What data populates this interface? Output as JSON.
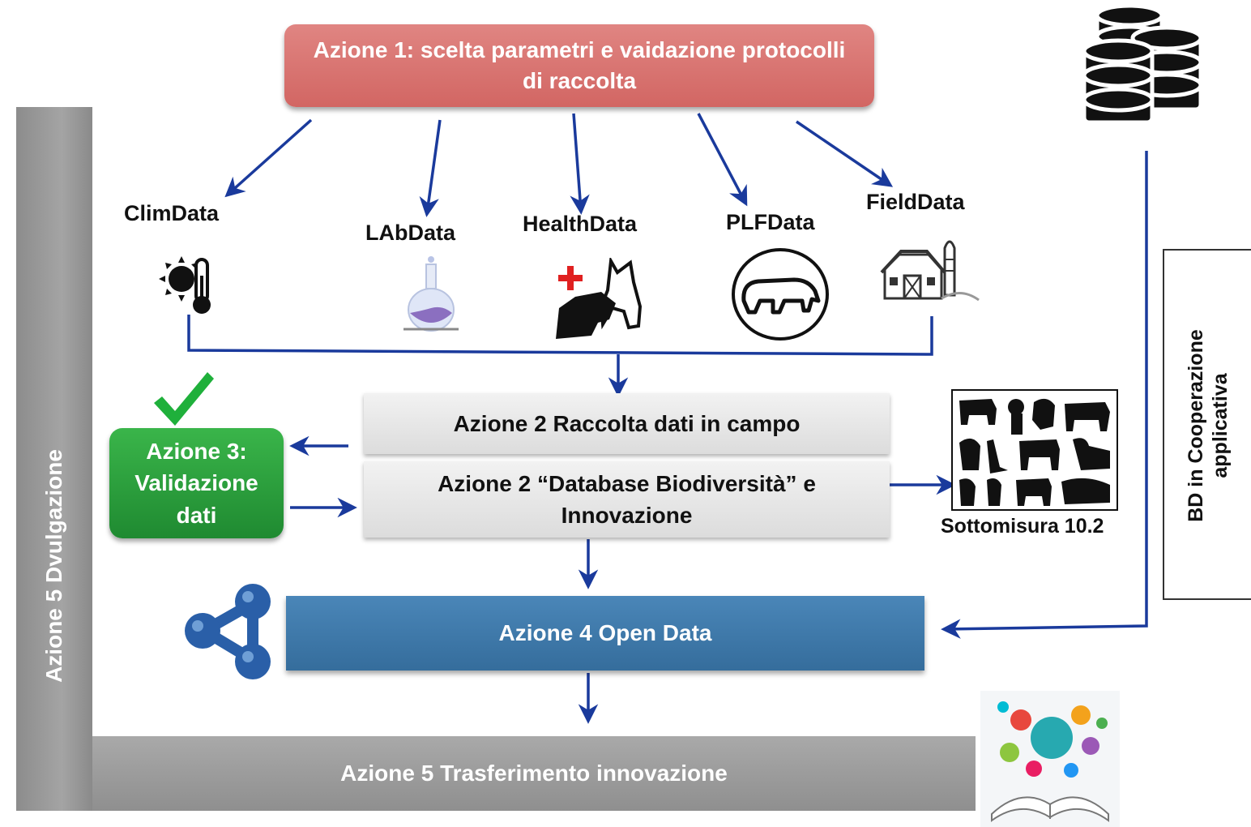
{
  "actions": {
    "action1": "Azione 1: scelta parametri e vaidazione protocolli di raccolta",
    "action2_collection": "Azione 2 Raccolta dati in campo",
    "action2_database": "Azione 2 “Database Biodiversità” e Innovazione",
    "action3": "Azione 3: Validazione dati",
    "action4": "Azione 4 Open Data",
    "action5_dissemination": "Azione 5 Dvulgazione",
    "action5_transfer": "Azione 5 Trasferimento innovazione"
  },
  "sources": [
    {
      "label": "ClimData",
      "icon": "sun-thermometer-icon"
    },
    {
      "label": "LAbData",
      "icon": "flask-icon"
    },
    {
      "label": "HealthData",
      "icon": "animal-health-icon"
    },
    {
      "label": "PLFData",
      "icon": "cow-circle-icon"
    },
    {
      "label": "FieldData",
      "icon": "farm-barn-icon"
    }
  ],
  "sottomisura": "Sottomisura 10.2",
  "cooperation_db": "BD in Cooperazione applicativa",
  "icons": [
    "database-icon",
    "checkmark-icon",
    "share-network-icon",
    "animal-silhouettes-icon",
    "innovation-book-icon"
  ],
  "colors": {
    "action1": "#d9716f",
    "action3": "#2ea043",
    "action4": "#3e78a8",
    "arrow": "#1a3a9c",
    "gray_bar": "#9a9a9a"
  }
}
